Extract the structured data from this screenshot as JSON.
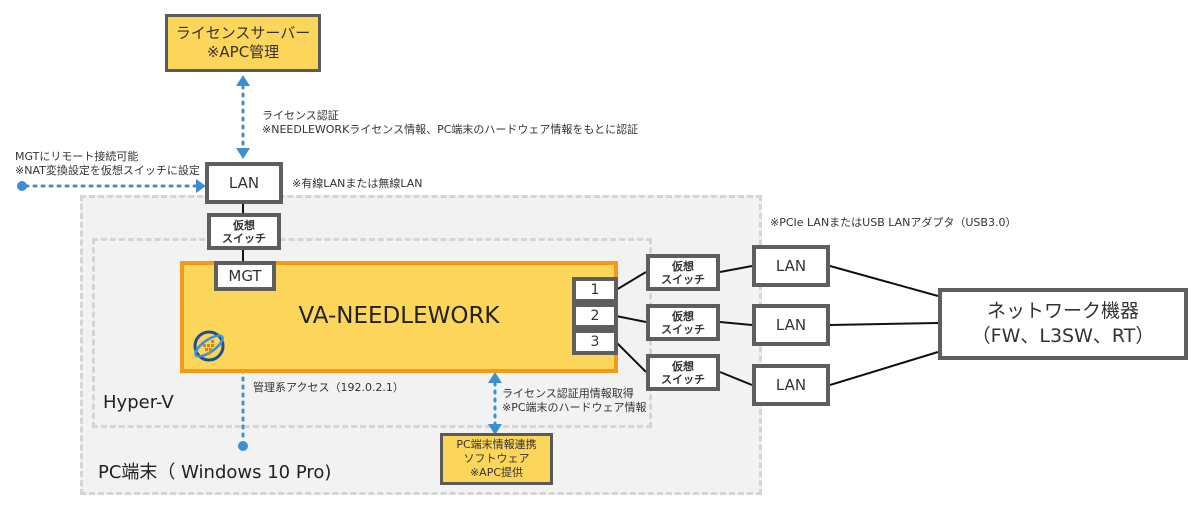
{
  "license_server": {
    "line1": "ライセンスサーバー",
    "line2": "※APC管理"
  },
  "license_auth": {
    "line1": "ライセンス認証",
    "line2": "※NEEDLEWORKライセンス情報、PC端末のハードウェア情報をもとに認証"
  },
  "mgt_remote": {
    "line1": "MGTにリモート接続可能",
    "line2": "※NAT変換設定を仮想スイッチに設定"
  },
  "lan_top": {
    "label": "LAN",
    "note": "※有線LANまたは無線LAN"
  },
  "vswitch": {
    "line1": "仮想",
    "line2": "スイッチ"
  },
  "usb_note": "※PCIe LANまたはUSB LANアダプタ（USB3.0）",
  "va": {
    "title": "VA-NEEDLEWORK",
    "mgt": "MGT",
    "ports": [
      "1",
      "2",
      "3"
    ]
  },
  "lans_right": [
    "LAN",
    "LAN",
    "LAN"
  ],
  "network": {
    "line1": "ネットワーク機器",
    "line2": "（FW、L3SW、RT）"
  },
  "hyperv": "Hyper-V",
  "pc": "PC端末（ Windows 10 Pro)",
  "mgmt_access": "管理系アクセス（192.0.2.1）",
  "license_info": {
    "line1": "ライセンス認証用情報取得",
    "line2": "※PC端末のハードウェア情報"
  },
  "pc_software": {
    "line1": "PC端末情報連携",
    "line2": "ソフトウェア",
    "line3": "※APC提供"
  },
  "colors": {
    "gold": "#fcd55b",
    "orange": "#f39a1b",
    "dotted_blue": "#3d8fd1",
    "border_gray": "#5e5e5e"
  }
}
